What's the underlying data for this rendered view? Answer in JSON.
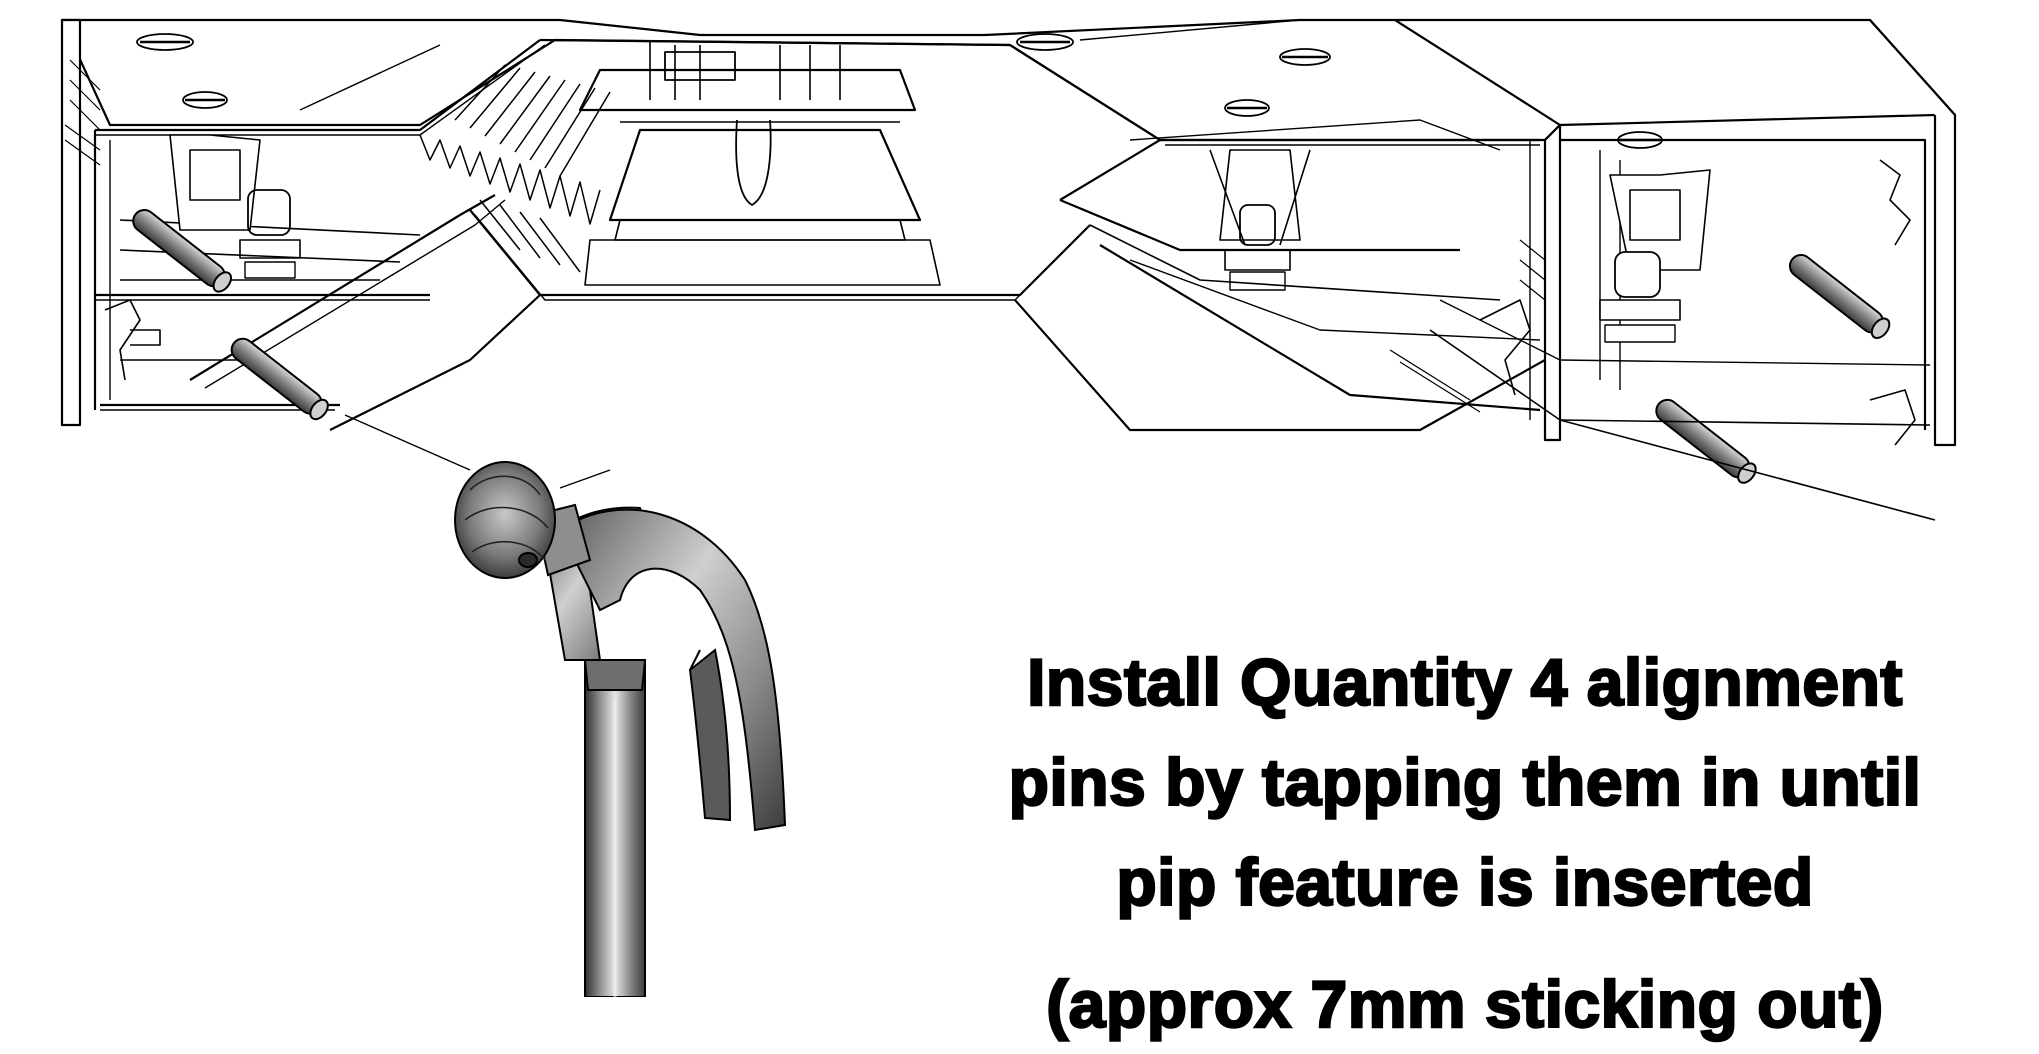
{
  "instruction": {
    "line1": "Install Quantity 4 alignment",
    "line2": "pins by tapping them in until",
    "line3": "pip feature is inserted",
    "note": "(approx 7mm sticking out)"
  },
  "colors": {
    "line": "#000000",
    "background": "#ffffff",
    "pin_metal": "#8a8a8a",
    "hammer_steel": "#9b9b9b",
    "hammer_dark": "#3c3c3c"
  },
  "icons": [
    "assembly-housing",
    "alignment-pin",
    "claw-hammer"
  ]
}
